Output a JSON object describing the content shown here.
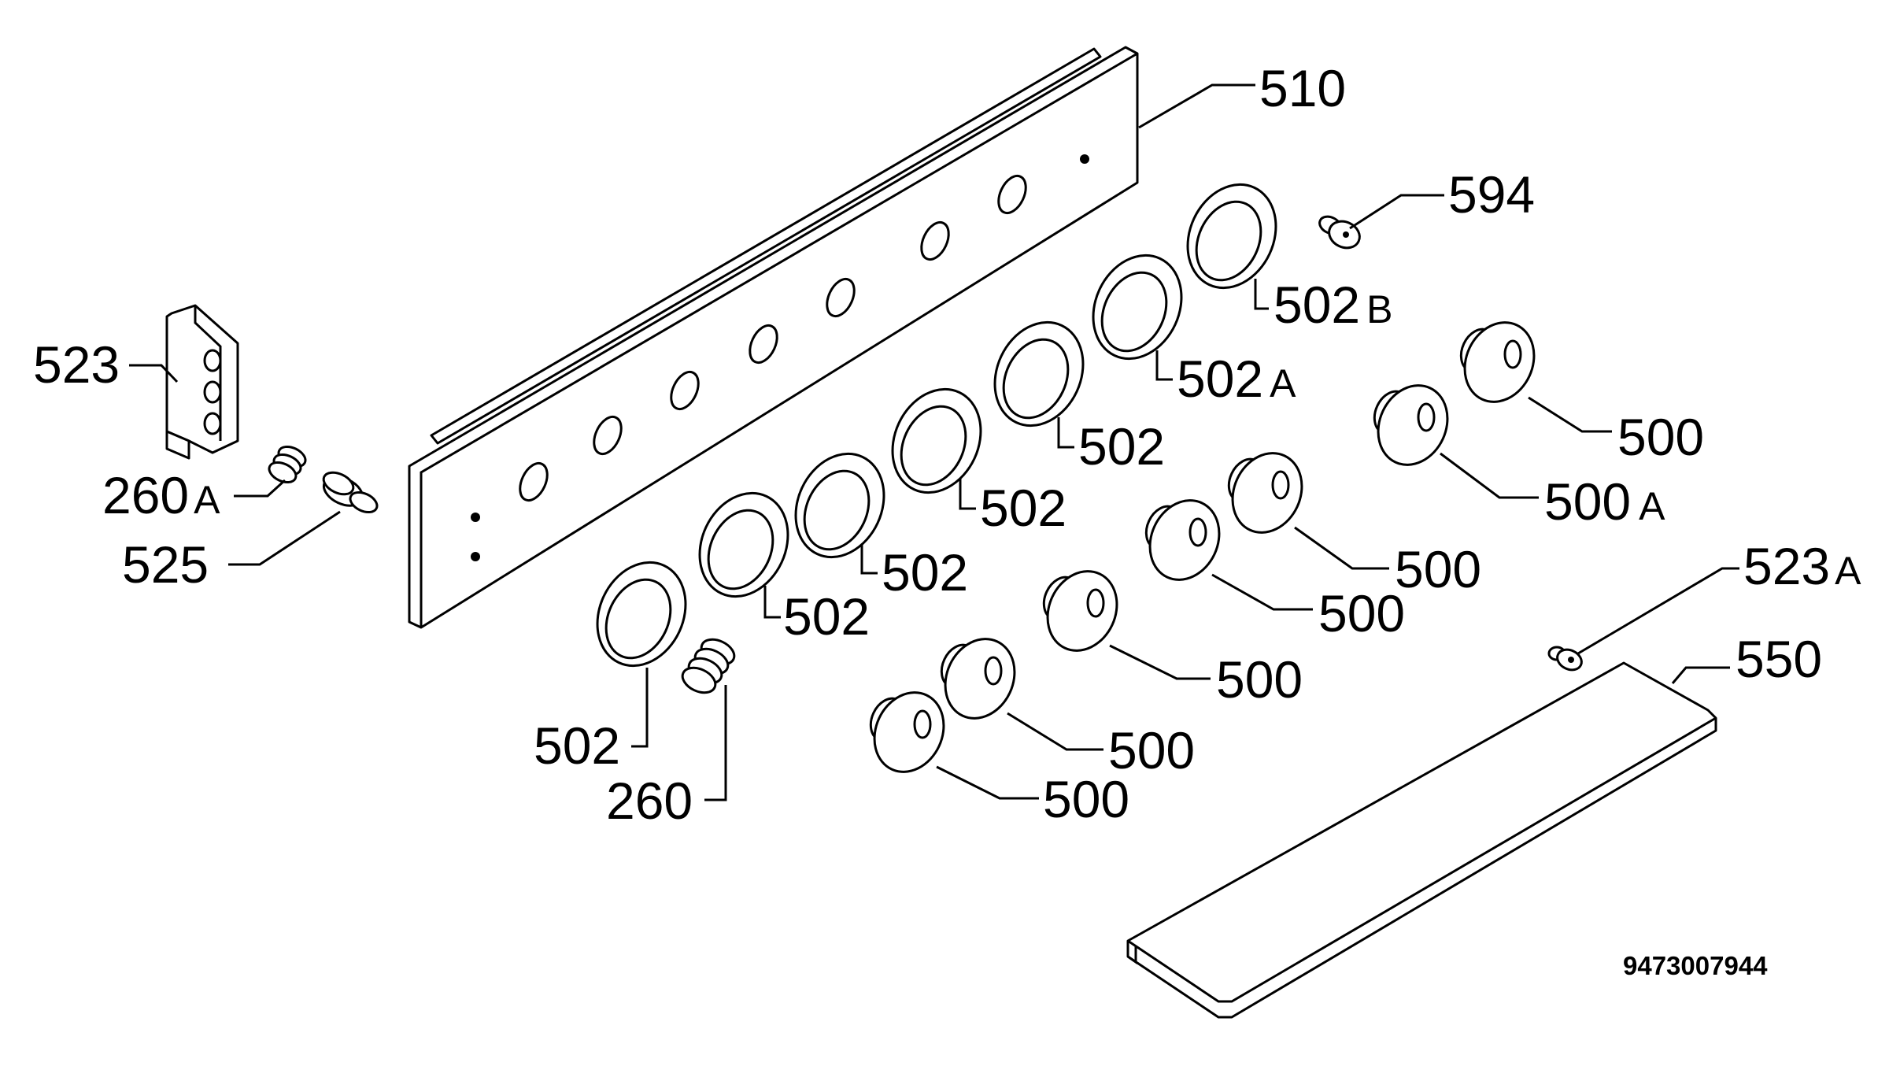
{
  "drawing_number": "9473007944",
  "callouts": {
    "c510": {
      "num": "510",
      "suffix": ""
    },
    "c594": {
      "num": "594",
      "suffix": ""
    },
    "c502b": {
      "num": "502",
      "suffix": "B"
    },
    "c502a": {
      "num": "502",
      "suffix": "A"
    },
    "c502_1": {
      "num": "502",
      "suffix": ""
    },
    "c502_2": {
      "num": "502",
      "suffix": ""
    },
    "c502_3": {
      "num": "502",
      "suffix": ""
    },
    "c502_4": {
      "num": "502",
      "suffix": ""
    },
    "c502_5": {
      "num": "502",
      "suffix": ""
    },
    "c523": {
      "num": "523",
      "suffix": ""
    },
    "c260a": {
      "num": "260",
      "suffix": "A"
    },
    "c525": {
      "num": "525",
      "suffix": ""
    },
    "c260": {
      "num": "260",
      "suffix": ""
    },
    "c500_1": {
      "num": "500",
      "suffix": ""
    },
    "c500a": {
      "num": "500",
      "suffix": "A"
    },
    "c500_2": {
      "num": "500",
      "suffix": ""
    },
    "c500_3": {
      "num": "500",
      "suffix": ""
    },
    "c500_4": {
      "num": "500",
      "suffix": ""
    },
    "c500_5": {
      "num": "500",
      "suffix": ""
    },
    "c500_6": {
      "num": "500",
      "suffix": ""
    },
    "c523a": {
      "num": "523",
      "suffix": "A"
    },
    "c550": {
      "num": "550",
      "suffix": ""
    }
  }
}
